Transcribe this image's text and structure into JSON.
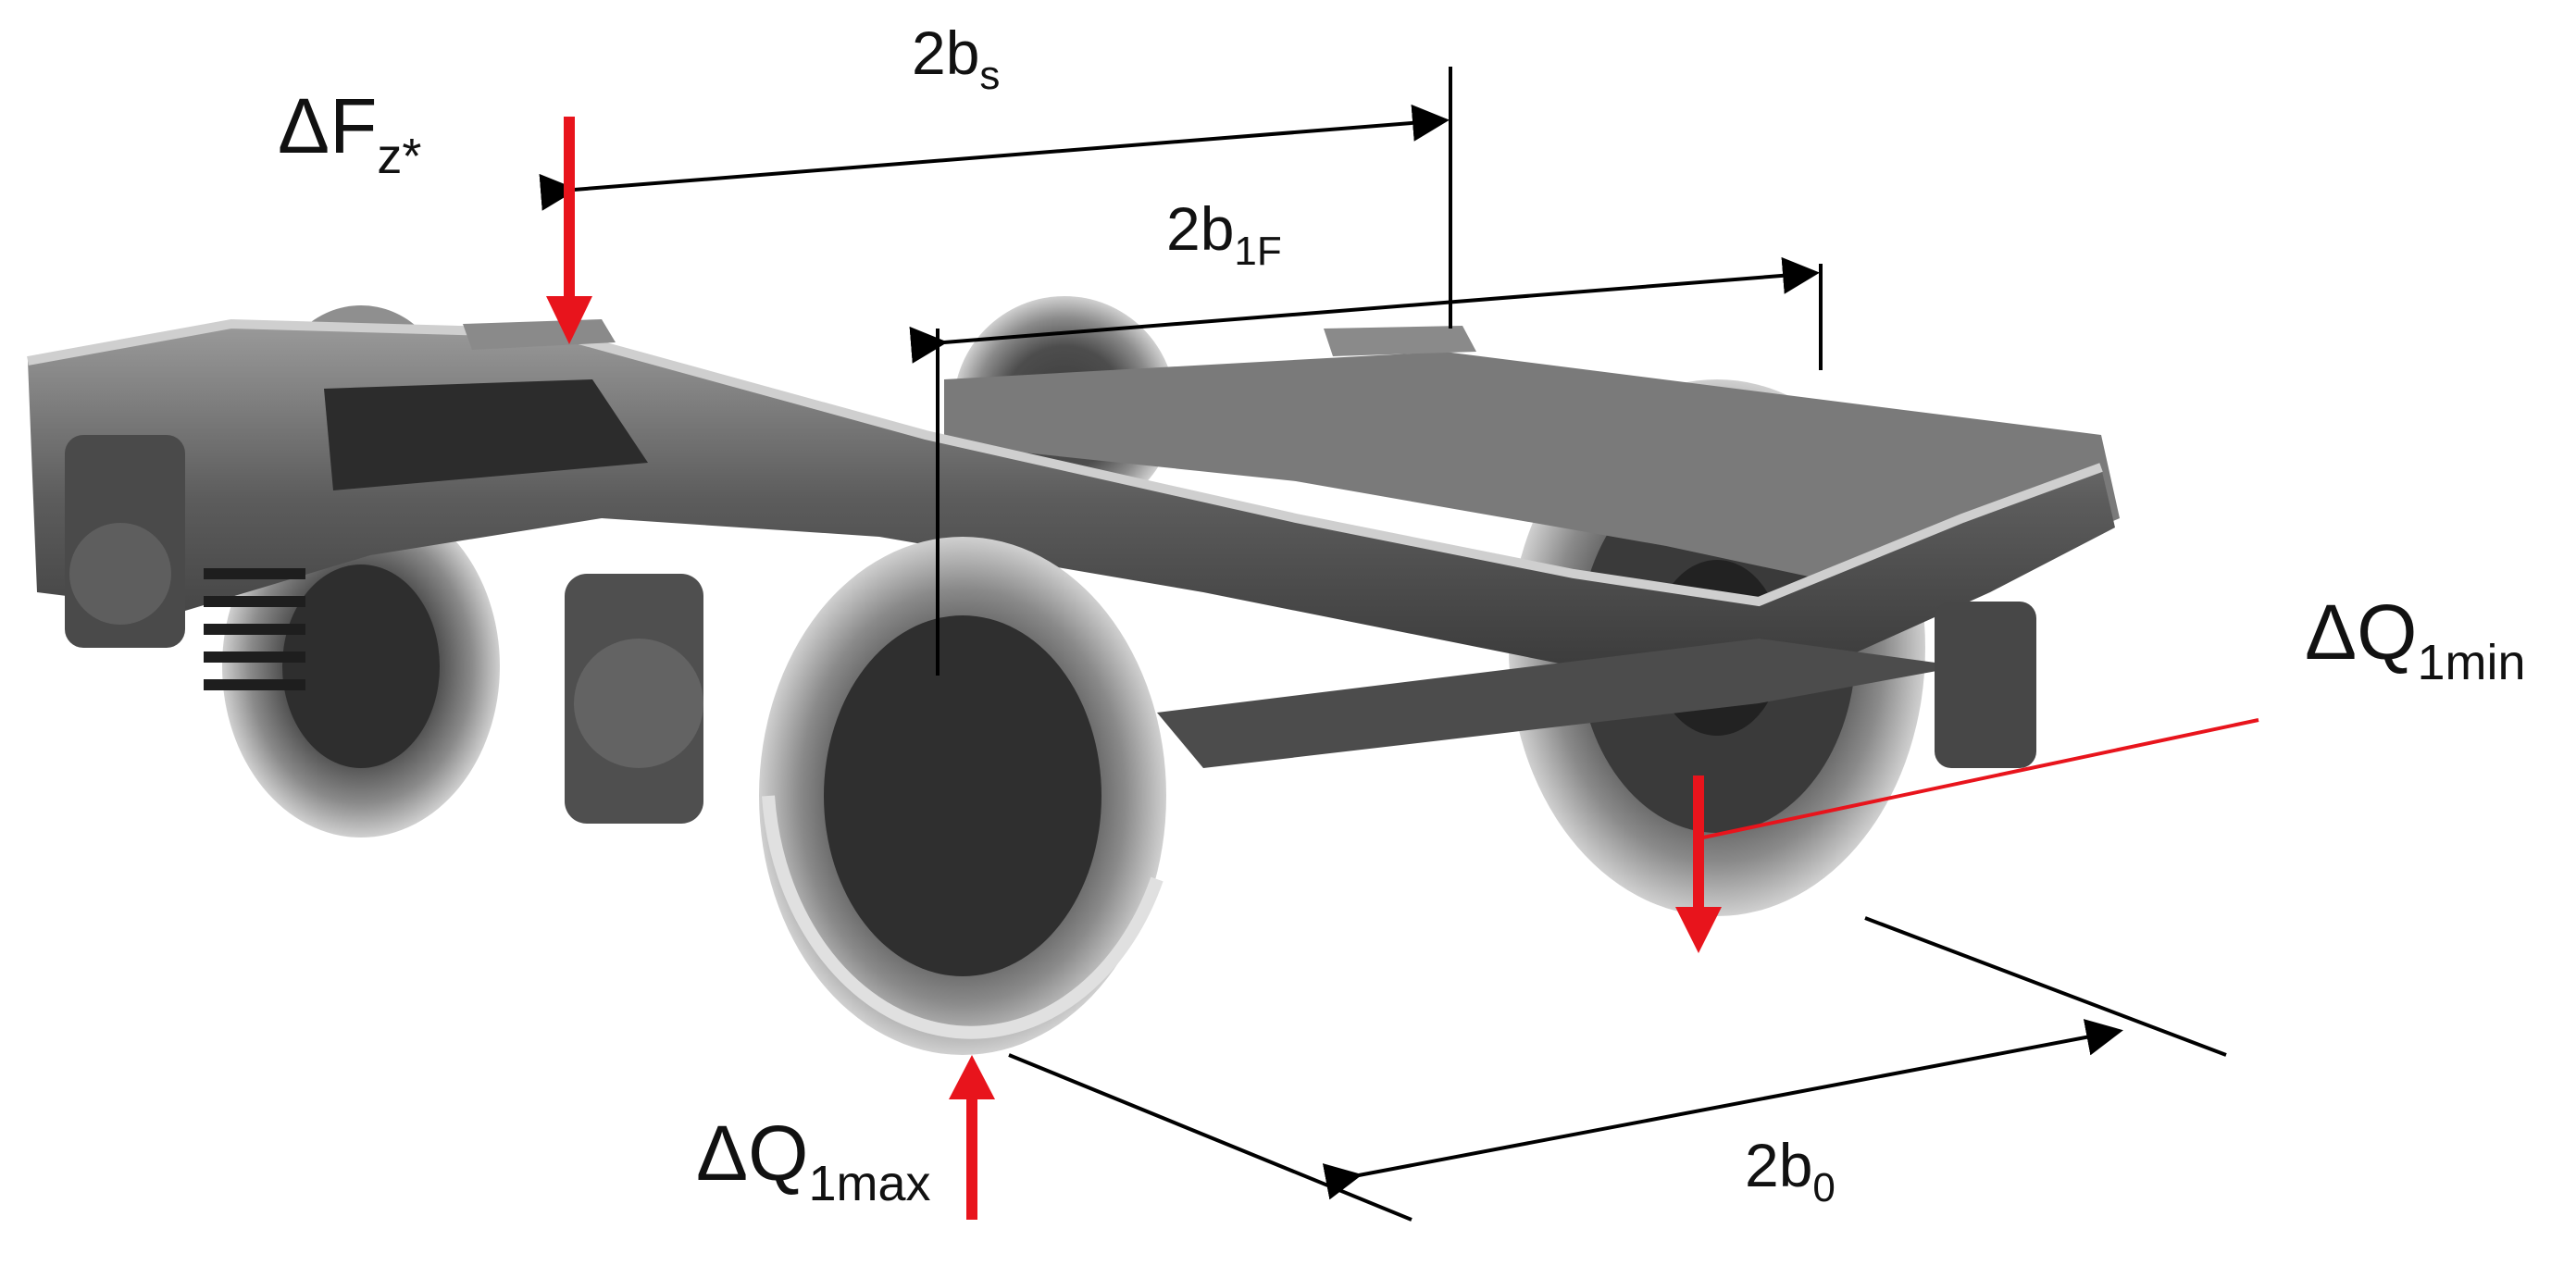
{
  "labels": {
    "force_z": {
      "main": "ΔF",
      "sub": "z*"
    },
    "spacing_s": {
      "main": "2b",
      "sub": "s"
    },
    "spacing_1f": {
      "main": "2b",
      "sub": "1F"
    },
    "gauge_0": {
      "main": "2b",
      "sub": "0"
    },
    "load_max": {
      "main": "ΔQ",
      "sub": "1max"
    },
    "load_min": {
      "main": "ΔQ",
      "sub": "1min"
    }
  },
  "colors": {
    "force_arrow": "#e8141c",
    "dimension_line": "#000000",
    "bogie_dark": "#2a2a2a",
    "bogie_mid": "#6a6a6a",
    "bogie_light": "#bdbdbd"
  }
}
